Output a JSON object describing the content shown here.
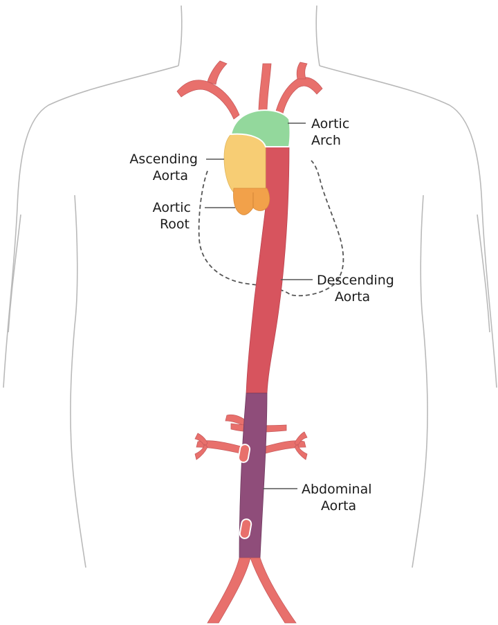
{
  "labels": {
    "aortic_arch": [
      "Aortic",
      "Arch"
    ],
    "ascending_aorta": [
      "Ascending",
      "Aorta"
    ],
    "aortic_root": [
      "Aortic",
      "Root"
    ],
    "descending_aorta": [
      "Descending",
      "Aorta"
    ],
    "abdominal_aorta": [
      "Abdominal",
      "Aorta"
    ]
  },
  "colors": {
    "aortic_arch": "#93d89c",
    "ascending_aorta": "#f7cd74",
    "aortic_root": "#f2a14a",
    "descending_aorta": "#d7545e",
    "abdominal_aorta": "#8f4d7a",
    "branch_vessels": "#e8706c",
    "body_outline": "#b9b9b9",
    "heart_outline": "#555555"
  }
}
